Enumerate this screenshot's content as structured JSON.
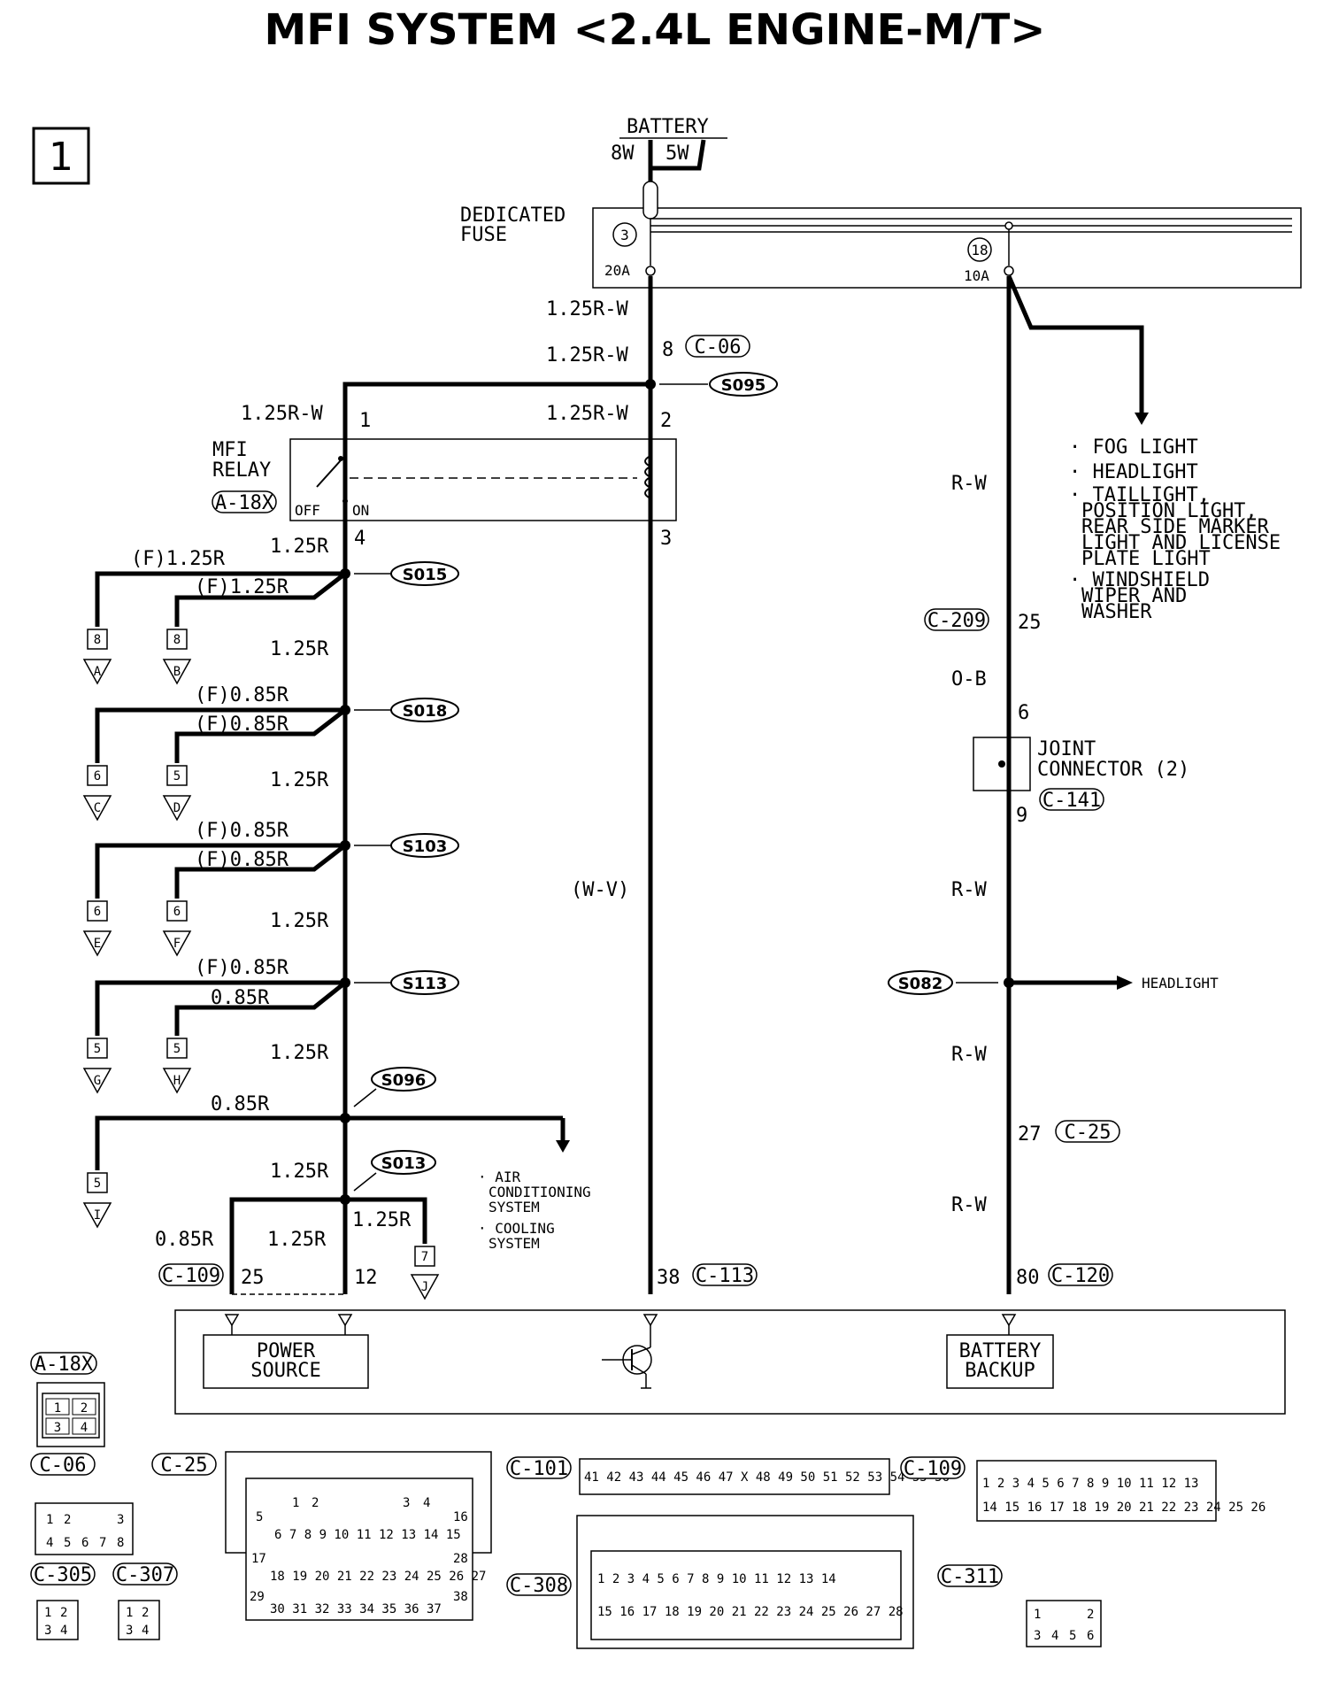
{
  "title": "MFI SYSTEM <2.4L ENGINE-M/T>",
  "page_number": "1",
  "battery": {
    "label": "BATTERY",
    "wire_8w": "8W",
    "wire_5w": "5W"
  },
  "dedicated_fuse": {
    "label_line1": "DEDICATED",
    "label_line2": "FUSE",
    "fuse3_num": "3",
    "fuse3_amp": "20A",
    "fuse18_num": "18",
    "fuse18_amp": "10A"
  },
  "wires": {
    "w_125rw": "1.25R-W",
    "w_125r": "1.25R",
    "w_f125r": "(F)1.25R",
    "w_f085r": "(F)0.85R",
    "w_085r": "0.85R",
    "w_rw": "R-W",
    "w_ob": "O-B",
    "w_wv": "(W-V)"
  },
  "relay": {
    "label_line1": "MFI",
    "label_line2": "RELAY",
    "connector": "A-18X",
    "off": "OFF",
    "on": "ON",
    "pin1": "1",
    "pin2": "2",
    "pin3": "3",
    "pin4": "4"
  },
  "connectors": {
    "c06": "C-06",
    "c209": "C-209",
    "c141": "C-141",
    "c25": "C-25",
    "c109": "C-109",
    "c113": "C-113",
    "c120": "C-120",
    "c101": "C-101",
    "c305": "C-305",
    "c307": "C-307",
    "c308": "C-308",
    "c311": "C-311",
    "a18x": "A-18X"
  },
  "pins": {
    "p8": "8",
    "p25": "25",
    "p6": "6",
    "p9": "9",
    "p27": "27",
    "p12": "12",
    "p38": "38",
    "p80": "80"
  },
  "splices": {
    "s095": "S095",
    "s015": "S015",
    "s018": "S018",
    "s103": "S103",
    "s113": "S113",
    "s096": "S096",
    "s013": "S013",
    "s082": "S082"
  },
  "branches": [
    {
      "pin": "8",
      "letter": "A"
    },
    {
      "pin": "8",
      "letter": "B"
    },
    {
      "pin": "6",
      "letter": "C"
    },
    {
      "pin": "5",
      "letter": "D"
    },
    {
      "pin": "6",
      "letter": "E"
    },
    {
      "pin": "6",
      "letter": "F"
    },
    {
      "pin": "5",
      "letter": "G"
    },
    {
      "pin": "5",
      "letter": "H"
    },
    {
      "pin": "5",
      "letter": "I"
    },
    {
      "pin": "7",
      "letter": "J"
    }
  ],
  "right_list": [
    "FOG LIGHT",
    "HEADLIGHT",
    "TAILLIGHT,",
    "POSITION LIGHT,",
    "REAR SIDE MARKER",
    "LIGHT AND LICENSE",
    "PLATE LIGHT",
    "WINDSHIELD",
    "WIPER AND",
    "WASHER"
  ],
  "joint_connector": {
    "line1": "JOINT",
    "line2": "CONNECTOR (2)"
  },
  "headlight": "HEADLIGHT",
  "ac_list": [
    "AIR",
    "CONDITIONING",
    "SYSTEM",
    "COOLING",
    "SYSTEM"
  ],
  "ecu": {
    "power_line1": "POWER",
    "power_line2": "SOURCE",
    "backup_line1": "BATTERY",
    "backup_line2": "BACKUP"
  }
}
